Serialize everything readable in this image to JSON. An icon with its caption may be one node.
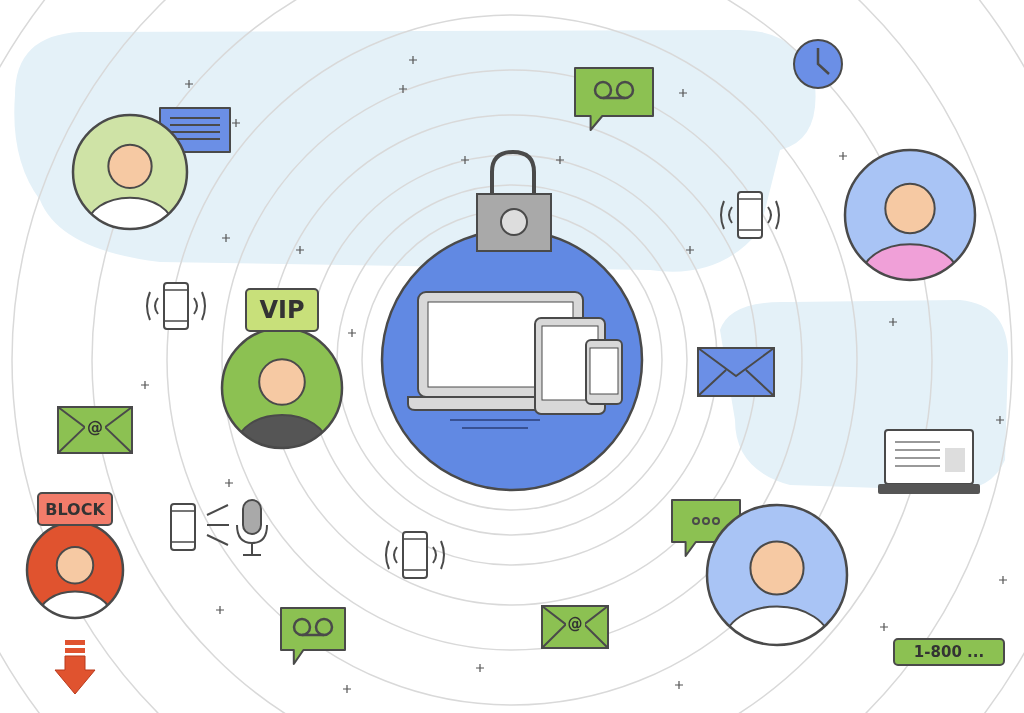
{
  "diagram": {
    "nodes": [
      {
        "text": [
          "VIP"
        ]
      },
      {
        "text": [
          "BLOCK"
        ]
      },
      {
        "text": [
          "@"
        ]
      },
      {
        "text": [
          "@"
        ]
      },
      {
        "text": [
          "1-800 ..."
        ]
      }
    ]
  }
}
